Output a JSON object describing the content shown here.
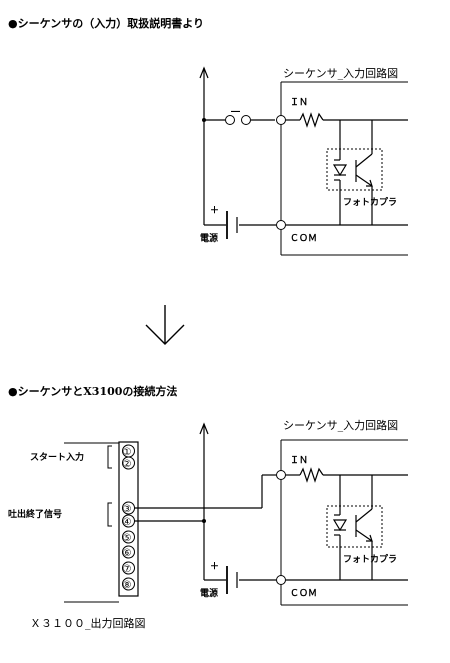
{
  "section1": {
    "title": "●シーケンサの（入力）取扱説明書より",
    "circuit_title": "シーケンサ_入力回路図",
    "in_label": "ＩＮ",
    "com_label": "ＣＯＭ",
    "minus_label": "―",
    "plus_label": "＋",
    "power_label": "電源",
    "photocoupler_label": "フォトカプラ"
  },
  "arrow": {
    "symbol": "↓"
  },
  "section2": {
    "title": "●シーケンサとX3100の接続方法",
    "circuit_title": "シーケンサ_入力回路図",
    "in_label": "ＩＮ",
    "com_label": "ＣＯＭ",
    "plus_label": "＋",
    "power_label": "電源",
    "photocoupler_label": "フォトカプラ",
    "start_input_label": "スタート入力",
    "discharge_end_label": "吐出終了信号",
    "terminals": [
      "①",
      "②",
      "③",
      "④",
      "⑤",
      "⑥",
      "⑦",
      "⑧"
    ],
    "output_circuit_label": "Ｘ３１００_出力回路図"
  }
}
